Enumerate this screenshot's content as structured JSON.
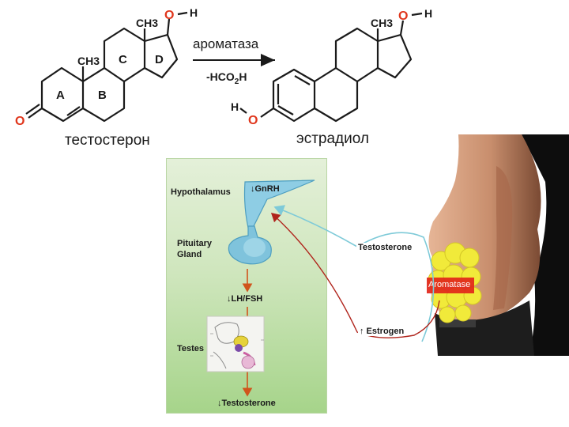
{
  "chemistry": {
    "ring_labels": [
      "A",
      "B",
      "C",
      "D"
    ],
    "testosterone": {
      "methyl_a": "CH3",
      "methyl_b": "CH3",
      "oxygen_keto": "O",
      "oxygen_oh": "O",
      "hydrogen_oh": "H",
      "name": "тестостерон"
    },
    "reaction": {
      "enzyme": "ароматаза",
      "byproduct": "-HCO2H"
    },
    "estradiol": {
      "methyl": "CH3",
      "oxygen_oh17": "O",
      "hydrogen_oh17": "H",
      "oxygen_oh3": "O",
      "hydrogen_oh3": "H",
      "name": "эстрадиол"
    },
    "colors": {
      "bond": "#1a1a1a",
      "oxygen": "#e0361c",
      "arrow": "#1a1a1a"
    }
  },
  "axis_panel": {
    "hypothalamus_label": "Hypothalamus",
    "gnrh_label": "↓GnRH",
    "pituitary_label_line1": "Pituitary",
    "pituitary_label_line2": "Gland",
    "lhfsh_label": "↓LH/FSH",
    "testes_label": "Testes",
    "testosterone_out_label": "↓Testosterone",
    "colors": {
      "panel_top": "#dcebcf",
      "panel_bottom": "#9fd182",
      "organ": "#7fc3dc",
      "down_arrow": "#d0541c"
    }
  },
  "feedback": {
    "testosterone_label": "Testosterone",
    "estrogen_label": "↑ Estrogen",
    "colors": {
      "testosterone_line": "#7ecad8",
      "estrogen_line": "#b0241c"
    }
  },
  "figure": {
    "aromatase_label": "Aromatase",
    "colors": {
      "skin": "#c89272",
      "fat": "#f1ea3a",
      "aromatase_band": "#e2261a"
    }
  }
}
